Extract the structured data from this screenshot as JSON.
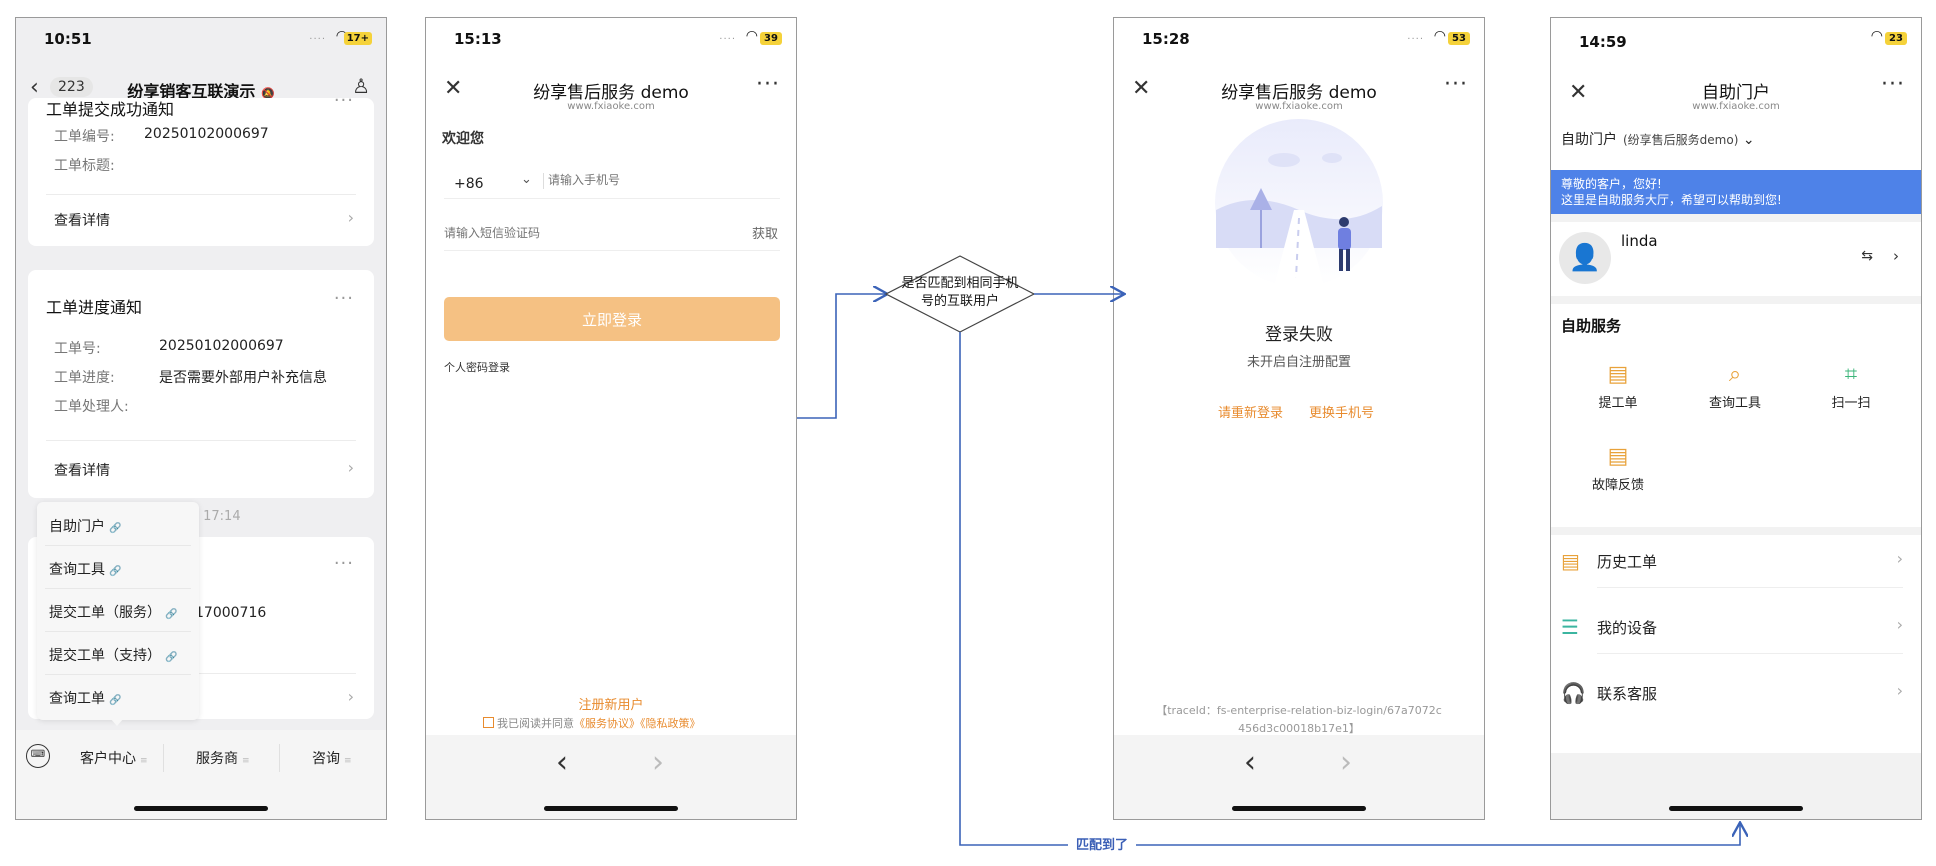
{
  "colors": {
    "accent_orange": "#e88b2e",
    "login_disabled": "#f5c183",
    "banner_blue": "#4e82e8",
    "flow_blue": "#3b63b8"
  },
  "phone1": {
    "time": "10:51",
    "battery": "17+",
    "back_count": "223",
    "title": "纷享销客互联演示",
    "card1": {
      "title": "工单提交成功通知",
      "no_label": "工单编号:",
      "no_value": "20250102000697",
      "title_label": "工单标题:",
      "detail": "查看详情"
    },
    "card2": {
      "title": "工单进度通知",
      "no_label": "工单号:",
      "no_value": "20250102000697",
      "progress_label": "工单进度:",
      "progress_value": "是否需要外部用户补充信息",
      "handler_label": "工单处理人:",
      "detail": "查看详情"
    },
    "timestamp": "日 17:14",
    "card3": {
      "partial_value": "17000716"
    },
    "popup_menu": [
      "自助门户",
      "查询工具",
      "提交工单（服务）",
      "提交工单（支持）",
      "查询工单"
    ],
    "tabs": [
      "客户中心",
      "服务商",
      "咨询"
    ]
  },
  "phone2": {
    "time": "15:13",
    "battery": "39",
    "title": "纷享售后服务 demo",
    "domain": "www.fxiaoke.com",
    "welcome": "欢迎您",
    "country_code": "+86",
    "phone_placeholder": "请输入手机号",
    "code_placeholder": "请输入短信验证码",
    "get_code": "获取",
    "login_button": "立即登录",
    "password_login": "个人密码登录",
    "register": "注册新用户",
    "agree_prefix": "我已阅读并同意",
    "service_agreement": "《服务协议》",
    "privacy_policy": "《隐私政策》"
  },
  "phone3": {
    "time": "15:28",
    "battery": "53",
    "title": "纷享售后服务 demo",
    "domain": "www.fxiaoke.com",
    "fail_title": "登录失败",
    "fail_sub": "未开启自注册配置",
    "retry": "请重新登录",
    "change_phone": "更换手机号",
    "trace": "【traceId：fs-enterprise-relation-biz-login/67a7072c456d3c00018b17e1】"
  },
  "phone4": {
    "time": "14:59",
    "battery": "23",
    "title": "自助门户",
    "domain": "www.fxiaoke.com",
    "portal_label": "自助门户",
    "tenant": "(纷享售后服务demo)",
    "banner_line1": "尊敬的客户，您好!",
    "banner_line2": "这里是自助服务大厅，希望可以帮助到您!",
    "user_name": "linda",
    "section_title": "自助服务",
    "services": [
      "提工单",
      "查询工具",
      "扫一扫",
      "故障反馈"
    ],
    "list": [
      "历史工单",
      "我的设备",
      "联系客服"
    ]
  },
  "flow": {
    "decision_line1": "是否匹配到相同手机",
    "decision_line2": "号的互联用户",
    "matched_label": "匹配到了"
  }
}
